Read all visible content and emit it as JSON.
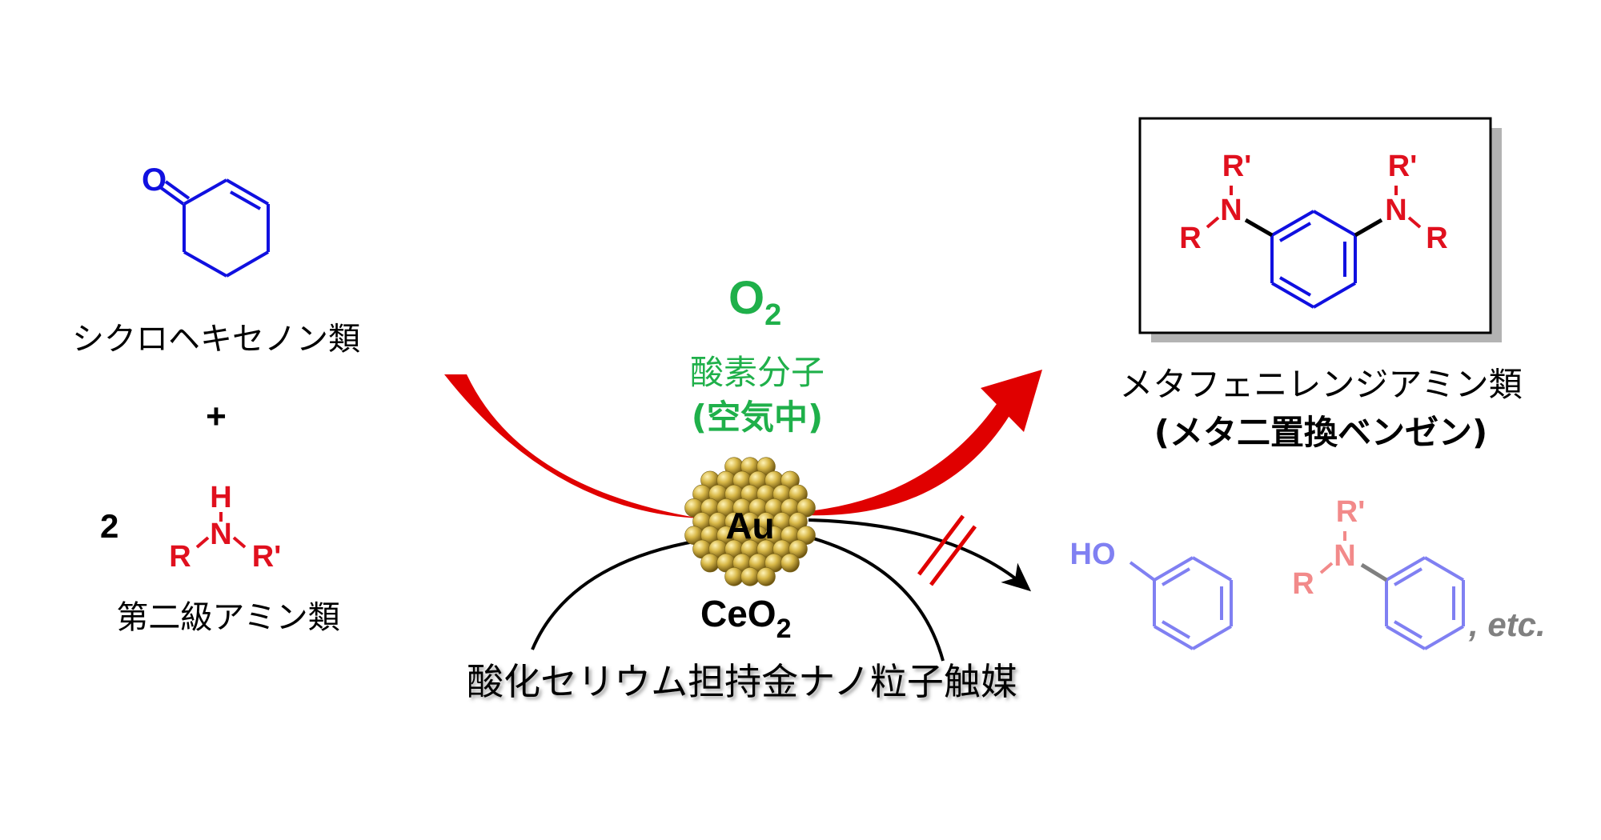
{
  "colors": {
    "reactant_ring": "#1010e0",
    "amine": "#e0101e",
    "oxygen_text": "#1fb04a",
    "arrow_red": "#e00000",
    "black": "#000000",
    "byproduct_ring": "#8080f2",
    "byproduct_amine": "#f28a8a",
    "etc_gray": "#808080",
    "gold": "#c8a83c"
  },
  "reactant1": {
    "atom_O": "O",
    "name": "シクロヘキセノン類"
  },
  "plus": "+",
  "reactant2": {
    "coefficient": "2",
    "atom_H": "H",
    "atom_N": "N",
    "group_R": "R",
    "group_R_prime": "R'",
    "name": "第二級アミン類"
  },
  "oxidant": {
    "formula_main": "O",
    "formula_sub": "2",
    "name": "酸素分子",
    "note": "(空気中)"
  },
  "catalyst": {
    "metal": "Au",
    "support_main": "CeO",
    "support_sub": "2",
    "name": "酸化セリウム担持金ナノ粒子触媒"
  },
  "product": {
    "left_R_prime": "R'",
    "left_N": "N",
    "left_R": "R",
    "right_R_prime": "R'",
    "right_N": "N",
    "right_R": "R",
    "name": "メタフェニレンジアミン類",
    "note": "(メタ二置換ベンゼン)"
  },
  "byproducts": {
    "phenol_group": "HO",
    "aniline_R_prime": "R'",
    "aniline_N": "N",
    "aniline_R": "R",
    "etc": ", etc."
  },
  "icons": [
    "gold-nanoparticle-icon",
    "blocked-arrow-icon",
    "curved-red-arrow-icon"
  ]
}
